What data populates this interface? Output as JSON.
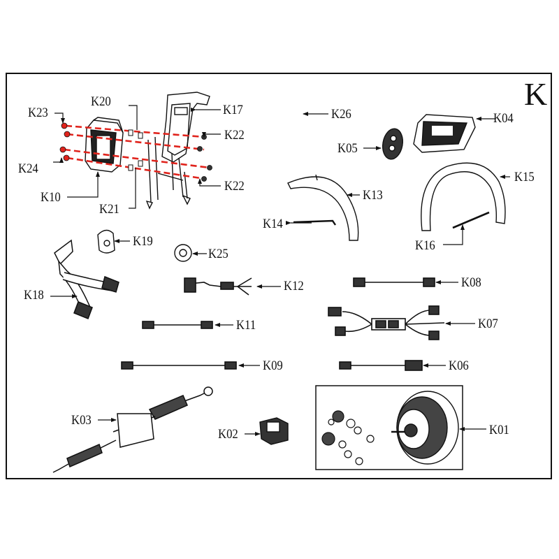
{
  "section": "K",
  "parts": {
    "k01": "K01",
    "k02": "K02",
    "k03": "K03",
    "k04": "K04",
    "k05": "K05",
    "k06": "K06",
    "k07": "K07",
    "k08": "K08",
    "k09": "K09",
    "k10": "K10",
    "k11": "K11",
    "k12": "K12",
    "k13": "K13",
    "k14": "K14",
    "k15": "K15",
    "k16": "K16",
    "k17": "K17",
    "k18": "K18",
    "k19": "K19",
    "k20": "K20",
    "k21": "K21",
    "k22a": "K22",
    "k22b": "K22",
    "k23": "K23",
    "k24": "K24",
    "k25": "K25",
    "k26": "K26"
  },
  "colors": {
    "line": "#111111",
    "bolt_path": "#e0231c"
  }
}
